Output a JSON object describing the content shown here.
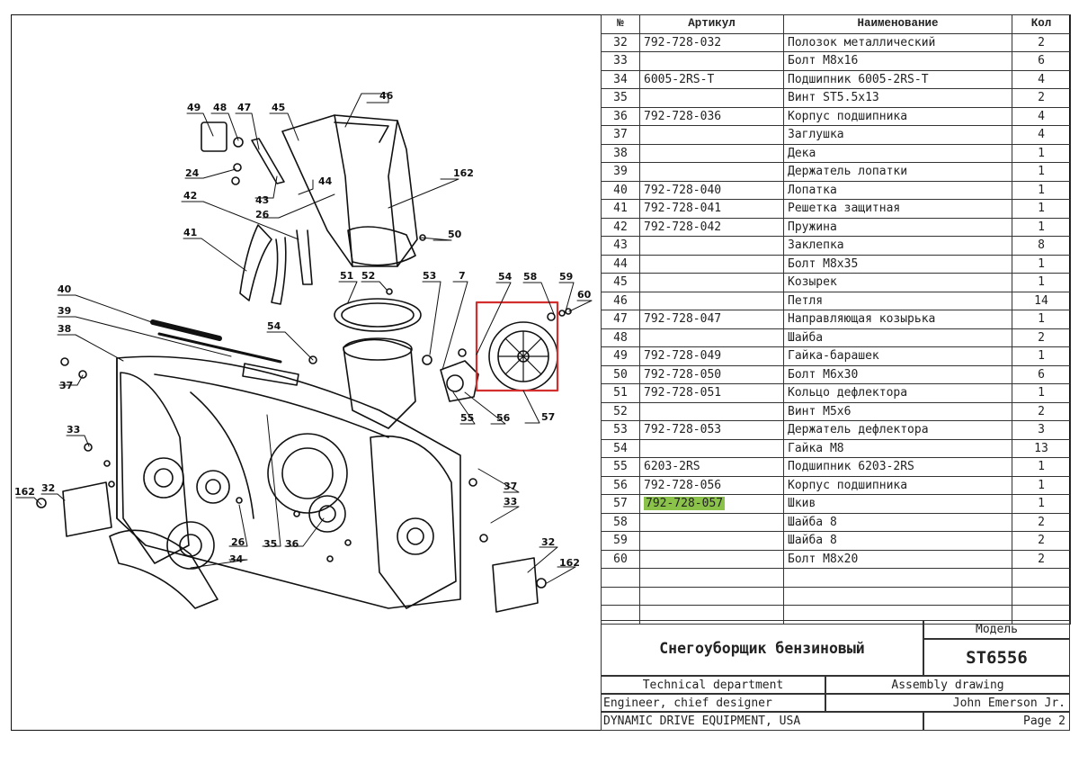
{
  "header": {
    "no": "№",
    "article": "Артикул",
    "name": "Наименование",
    "qty": "Кол"
  },
  "parts": [
    {
      "no": "32",
      "article": "792-728-032",
      "name": "Полозок металлический",
      "qty": "2"
    },
    {
      "no": "33",
      "article": "",
      "name": "Болт M8x16",
      "qty": "6"
    },
    {
      "no": "34",
      "article": "6005-2RS-T",
      "name": "Подшипник 6005-2RS-T",
      "qty": "4"
    },
    {
      "no": "35",
      "article": "",
      "name": "Винт ST5.5x13",
      "qty": "2"
    },
    {
      "no": "36",
      "article": "792-728-036",
      "name": "Корпус подшипника",
      "qty": "4"
    },
    {
      "no": "37",
      "article": "",
      "name": "Заглушка",
      "qty": "4"
    },
    {
      "no": "38",
      "article": "",
      "name": "Дека",
      "qty": "1"
    },
    {
      "no": "39",
      "article": "",
      "name": "Держатель лопатки",
      "qty": "1"
    },
    {
      "no": "40",
      "article": "792-728-040",
      "name": "Лопатка",
      "qty": "1"
    },
    {
      "no": "41",
      "article": "792-728-041",
      "name": "Решетка защитная",
      "qty": "1"
    },
    {
      "no": "42",
      "article": "792-728-042",
      "name": "Пружина",
      "qty": "1"
    },
    {
      "no": "43",
      "article": "",
      "name": "Заклепка",
      "qty": "8"
    },
    {
      "no": "44",
      "article": "",
      "name": "Болт M8x35",
      "qty": "1"
    },
    {
      "no": "45",
      "article": "",
      "name": "Козырек",
      "qty": "1"
    },
    {
      "no": "46",
      "article": "",
      "name": "Петля",
      "qty": "14"
    },
    {
      "no": "47",
      "article": "792-728-047",
      "name": "Направляющая козырька",
      "qty": "1"
    },
    {
      "no": "48",
      "article": "",
      "name": "Шайба",
      "qty": "2"
    },
    {
      "no": "49",
      "article": "792-728-049",
      "name": "Гайка-барашек",
      "qty": "1"
    },
    {
      "no": "50",
      "article": "792-728-050",
      "name": "Болт M6x30",
      "qty": "6"
    },
    {
      "no": "51",
      "article": "792-728-051",
      "name": "Кольцо дефлектора",
      "qty": "1"
    },
    {
      "no": "52",
      "article": "",
      "name": "Винт M5x6",
      "qty": "2"
    },
    {
      "no": "53",
      "article": "792-728-053",
      "name": "Держатель дефлектора",
      "qty": "3"
    },
    {
      "no": "54",
      "article": "",
      "name": "Гайка M8",
      "qty": "13"
    },
    {
      "no": "55",
      "article": "6203-2RS",
      "name": "Подшипник 6203-2RS",
      "qty": "1"
    },
    {
      "no": "56",
      "article": "792-728-056",
      "name": "Корпус подшипника",
      "qty": "1"
    },
    {
      "no": "57",
      "article": "792-728-057",
      "name": "Шкив",
      "qty": "1",
      "highlight": true
    },
    {
      "no": "58",
      "article": "",
      "name": "Шайба 8",
      "qty": "2"
    },
    {
      "no": "59",
      "article": "",
      "name": "Шайба 8",
      "qty": "2"
    },
    {
      "no": "60",
      "article": "",
      "name": "Болт M8x20",
      "qty": "2"
    }
  ],
  "title_block": {
    "product": "Снегоуборщик бензиновый",
    "model_label": "Модель",
    "model": "ST6556",
    "department": "Technical department",
    "drawing_type": "Assembly drawing",
    "role": "Engineer, chief designer",
    "person": "John Emerson Jr.",
    "company": "DYNAMIC DRIVE EQUIPMENT, USA",
    "page": "Page 2"
  },
  "callouts": [
    "49",
    "48",
    "47",
    "45",
    "46",
    "24",
    "162",
    "42",
    "43",
    "44",
    "26",
    "41",
    "50",
    "40",
    "51",
    "52",
    "53",
    "7",
    "54",
    "58",
    "59",
    "60",
    "39",
    "38",
    "54",
    "37",
    "33",
    "55",
    "56",
    "57",
    "162",
    "32",
    "26",
    "35",
    "36",
    "34",
    "37",
    "33",
    "32",
    "162"
  ],
  "colors": {
    "highlight": "#8bc34a",
    "callout_box": "#d32f2f",
    "line": "#111111"
  }
}
